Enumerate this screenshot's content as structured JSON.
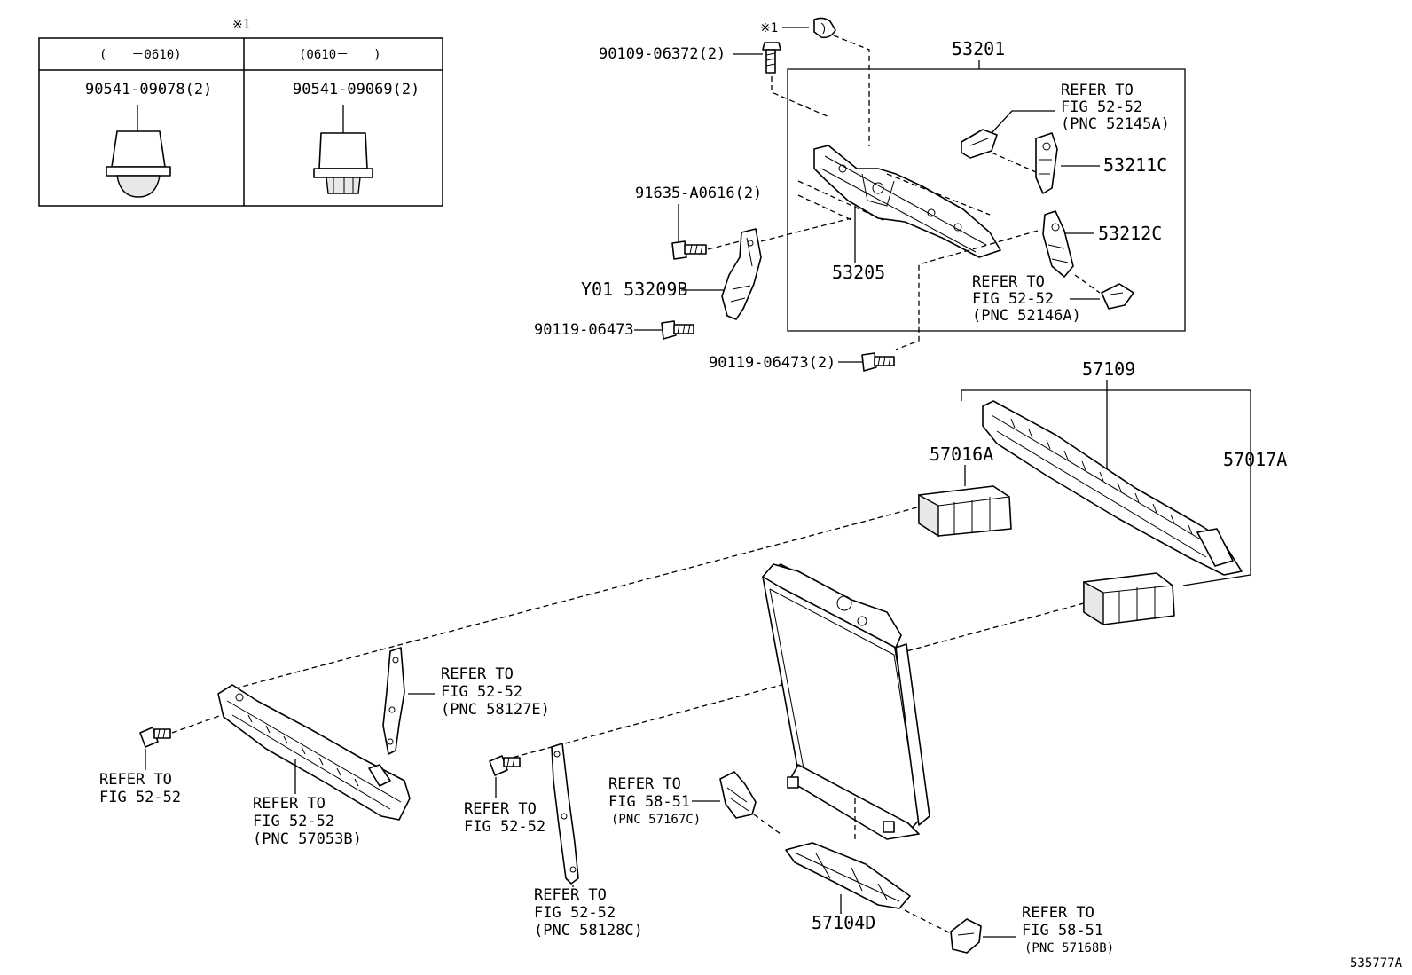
{
  "legend_table": {
    "note_mark": "※1",
    "col_left_range": "(　　－0610)",
    "col_right_range": "(0610－　　)",
    "col_left_part": "90541-09078(2)",
    "col_right_part": "90541-09069(2)"
  },
  "labels": {
    "note_bolt": "※1",
    "bolt_top": "90109-06372(2)",
    "group_53201": "53201",
    "refer_52145a_1": "REFER TO",
    "refer_52145a_2": "FIG 52-52",
    "refer_52145a_3": "(PNC 52145A)",
    "part_53211c": "53211C",
    "part_53212c": "53212C",
    "bolt_91635": "91635-A0616(2)",
    "part_53205": "53205",
    "part_53209b": "Y01 53209B",
    "refer_52146a_1": "REFER TO",
    "refer_52146a_2": "FIG 52-52",
    "refer_52146a_3": "(PNC 52146A)",
    "bolt_90119_a": "90119-06473",
    "bolt_90119_b": "90119-06473(2)",
    "group_57109": "57109",
    "part_57016a": "57016A",
    "part_57017a": "57017A",
    "refer_58127e_1": "REFER TO",
    "refer_58127e_2": "FIG 52-52",
    "refer_58127e_3": "(PNC 58127E)",
    "refer_left_bolt_1": "REFER TO",
    "refer_left_bolt_2": "FIG 52-52",
    "refer_57053b_1": "REFER TO",
    "refer_57053b_2": "FIG 52-52",
    "refer_57053b_3": "(PNC 57053B)",
    "refer_mid_bolt_1": "REFER TO",
    "refer_mid_bolt_2": "FIG 52-52",
    "refer_57167c_1": "REFER TO",
    "refer_57167c_2": "FIG 58-51",
    "refer_57167c_3": "(PNC 57167C)",
    "refer_58128c_1": "REFER TO",
    "refer_58128c_2": "FIG 52-52",
    "refer_58128c_3": "(PNC 58128C)",
    "part_57104d": "57104D",
    "refer_57168b_1": "REFER TO",
    "refer_57168b_2": "FIG 58-51",
    "refer_57168b_3": "(PNC 57168B)",
    "figure_id": "535777A"
  }
}
